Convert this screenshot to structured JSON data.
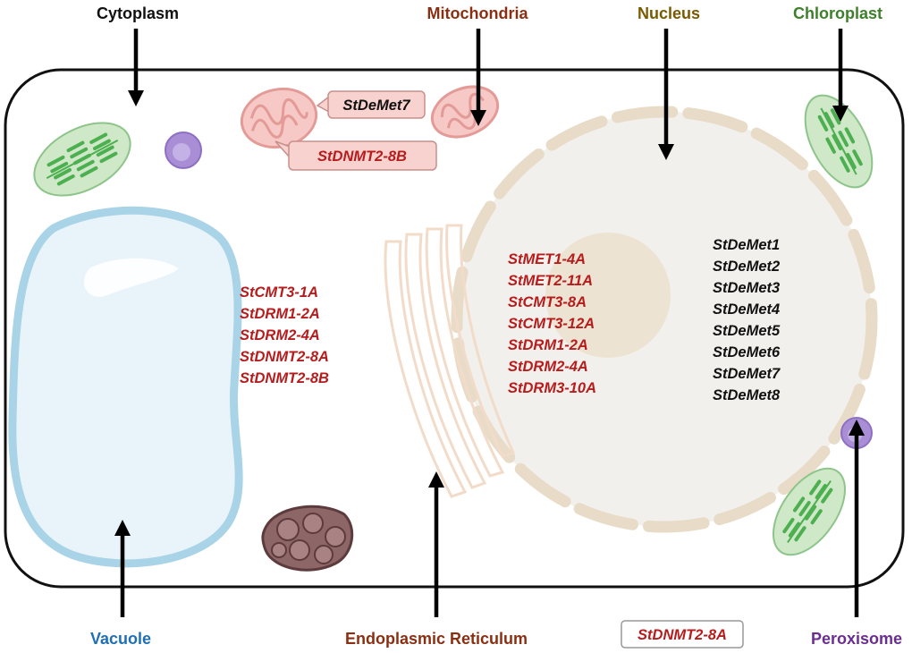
{
  "colors": {
    "cytoplasm": "#111111",
    "mitochondria": "#8b2f12",
    "nucleus": "#7a5a00",
    "chloroplast": "#3d7f2b",
    "vacuole": "#1f6fb5",
    "er": "#8b2f12",
    "peroxisome": "#6b2d8f",
    "gene_red": "#b71c1c",
    "gene_black": "#111111"
  },
  "compartments": {
    "cytoplasm": "Cytoplasm",
    "mitochondria": "Mitochondria",
    "nucleus": "Nucleus",
    "chloroplast": "Chloroplast",
    "vacuole": "Vacuole",
    "er": "Endoplasmic Reticulum",
    "peroxisome": "Peroxisome"
  },
  "mitochondria_genes": [
    "StDeMet7",
    "StDNMT2-8B"
  ],
  "vacuole_genes": [
    "StCMT3-1A",
    "StDRM1-2A",
    "StDRM2-4A",
    "StDNMT2-8A",
    "StDNMT2-8B"
  ],
  "nucleus_genes_red": [
    "StMET1-4A",
    "StMET2-11A",
    "StCMT3-8A",
    "StCMT3-12A",
    "StDRM1-2A",
    "StDRM2-4A",
    "StDRM3-10A"
  ],
  "nucleus_genes_black": [
    "StDeMet1",
    "StDeMet2",
    "StDeMet3",
    "StDeMet4",
    "StDeMet5",
    "StDeMet6",
    "StDeMet7",
    "StDeMet8"
  ],
  "peroxisome_gene": "StDNMT2-8A"
}
